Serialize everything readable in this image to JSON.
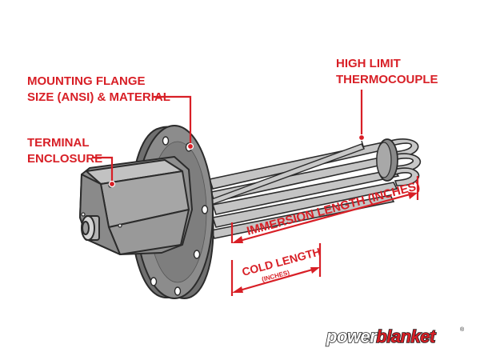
{
  "labels": {
    "flange_line1": "MOUNTING FLANGE",
    "flange_line2": "SIZE (ANSI) & MATERIAL",
    "terminal_line1": "TERMINAL",
    "terminal_line2": "ENCLOSURE",
    "thermo_line1": "HIGH LIMIT",
    "thermo_line2": "THERMOCOUPLE",
    "immersion_length": "IMMERSION LENGTH (INCHES)",
    "cold_length": "COLD LENGTH",
    "cold_length_unit": "(INCHES)"
  },
  "logo": {
    "part1": "power",
    "part2": "blanket",
    "registered": "®"
  },
  "colors": {
    "accent": "#d81f26",
    "outline": "#2b2b2b",
    "enclosure": "#9a9a9a",
    "flange": "#7d7d7d",
    "rods": "#b9b9b9"
  }
}
